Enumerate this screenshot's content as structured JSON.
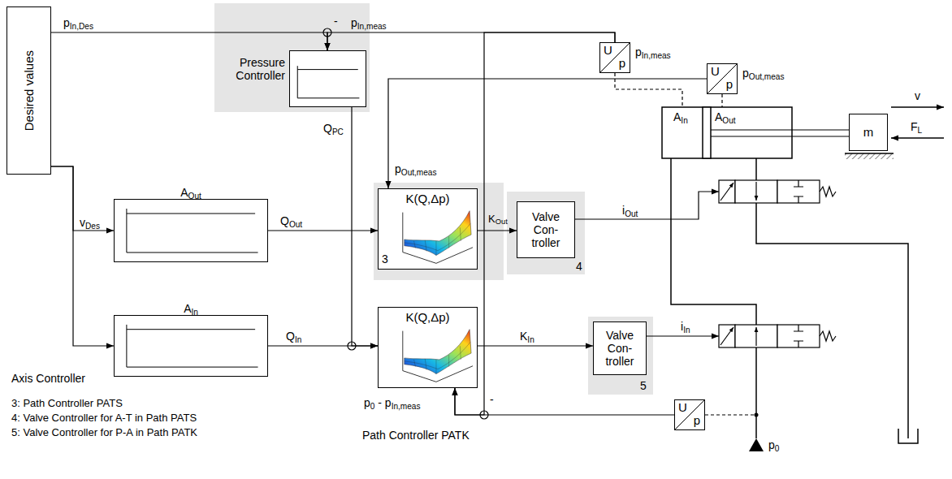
{
  "diagram": {
    "nodes": [
      {
        "text": [
          "Axis Controller"
        ]
      },
      {
        "text": [
          "Desired values"
        ],
        "in": 0
      },
      {
        "text": [
          "Pressure Controller"
        ]
      },
      {
        "text": [
          "AOut"
        ],
        "in": 0
      },
      {
        "text": [
          "AIn"
        ],
        "in": 0
      },
      {
        "text": [
          "K(Q,Δp)"
        ]
      },
      {
        "text": [
          "Path Controller PATK"
        ]
      },
      {
        "text": [
          "K(Q,Δp)"
        ],
        "in": 6
      },
      {
        "text": [
          "Valve Con- troller"
        ]
      },
      {
        "text": [
          "Valve Con- troller"
        ]
      },
      {
        "text": [
          "U",
          "p"
        ]
      },
      {
        "text": [
          "U",
          "p"
        ]
      },
      {
        "text": [
          "U",
          "p"
        ]
      },
      {
        "text": [
          "m"
        ]
      }
    ],
    "edges": [
      {
        "from": 1,
        "to": 2,
        "arrow": "to",
        "label": "pIn,Des"
      },
      {
        "from": 10,
        "to": 2,
        "arrow": "to",
        "label": "pIn,meas"
      },
      {
        "from": 1,
        "to": 3,
        "arrow": "to",
        "label": "vDes"
      },
      {
        "from": 1,
        "to": 4,
        "arrow": "to"
      },
      {
        "from": 3,
        "to": 5,
        "arrow": "to",
        "label": "QOut"
      },
      {
        "from": 2,
        "to": 7,
        "arrow": "to",
        "label": "QPC"
      },
      {
        "from": 4,
        "to": 7,
        "arrow": "to",
        "label": "QIn"
      },
      {
        "from": 11,
        "to": 5,
        "arrow": "to",
        "label": "pOut,meas"
      },
      {
        "from": 5,
        "to": 8,
        "arrow": "to",
        "label": "KOut"
      },
      {
        "from": 7,
        "to": 9,
        "arrow": "to",
        "label": "KIn"
      },
      {
        "from": 10,
        "to": 7,
        "arrow": "to"
      },
      {
        "from": 12,
        "to": 7,
        "arrow": "to",
        "label": "p0 - pIn,meas"
      }
    ],
    "labels": [
      "-",
      "-",
      "pIn,meas",
      "pOut,meas",
      "iOut",
      "iIn",
      "AIn",
      "AOut",
      "v",
      "FL",
      "p0",
      "3",
      "4",
      "5",
      "3: Path Controller PATS",
      "4: Valve Controller for A-T in Path PATS",
      "5: Valve Controller for P-A in Path PATK"
    ]
  }
}
